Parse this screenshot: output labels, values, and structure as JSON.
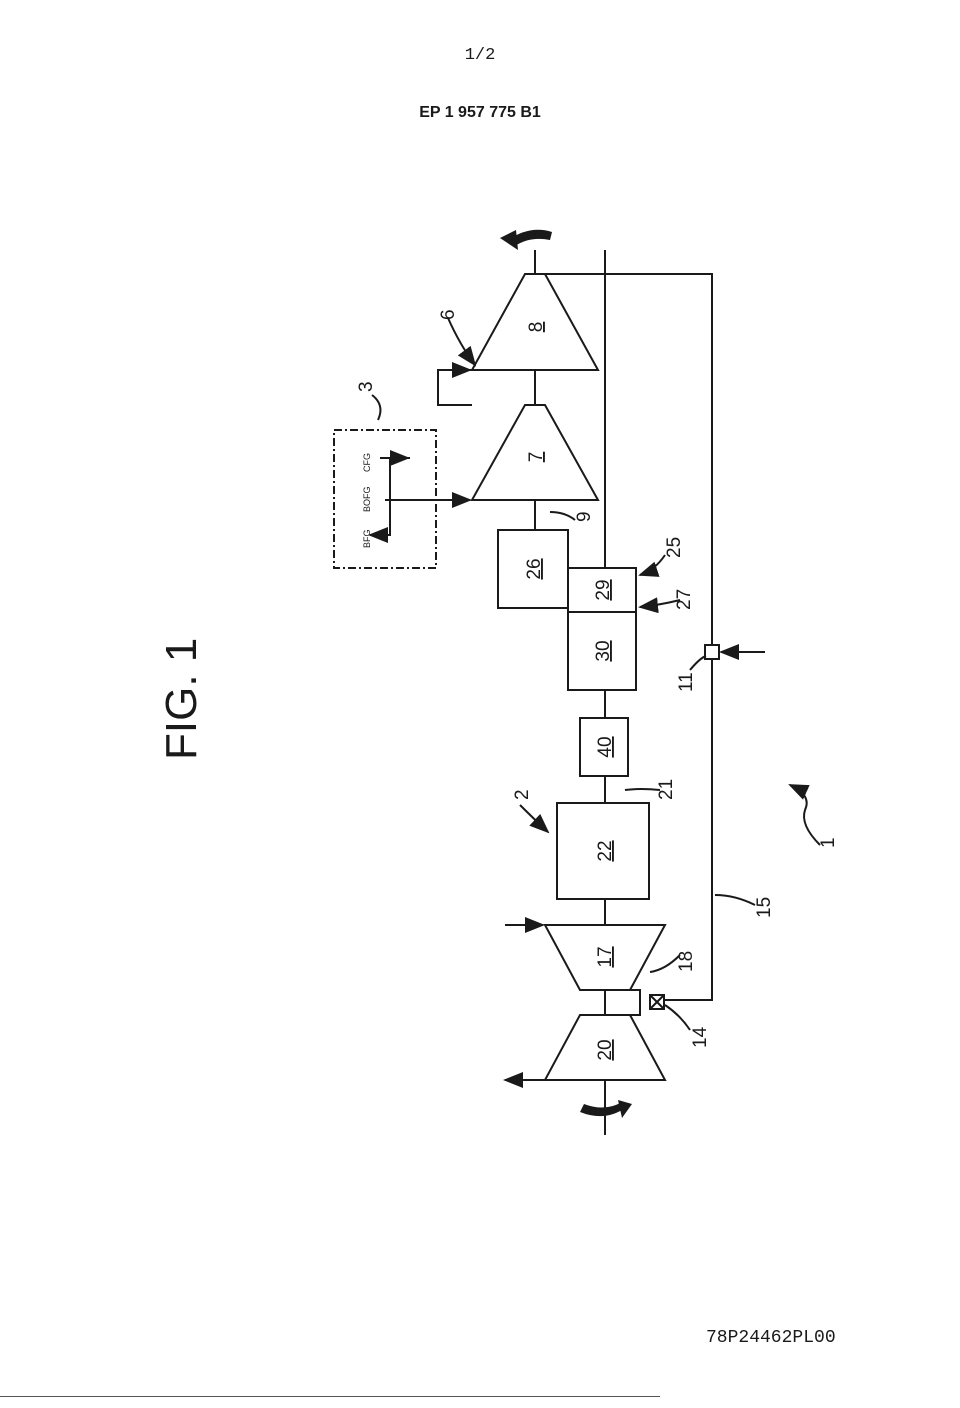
{
  "header": {
    "page_number": "1/2",
    "publication_number": "EP 1 957 775 B1"
  },
  "figure": {
    "title": "FIG. 1"
  },
  "block_labels": {
    "b20": "20",
    "b17": "17",
    "b22": "22",
    "b40": "40",
    "b30": "30",
    "b29": "29",
    "b26": "26",
    "b7": "7",
    "b8": "8"
  },
  "ref_labels": {
    "r1": "1",
    "r2": "2",
    "r3": "3",
    "r6": "6",
    "r9": "9",
    "r11": "11",
    "r14": "14",
    "r15": "15",
    "r18": "18",
    "r21": "21",
    "r25": "25",
    "r27": "27"
  },
  "gas_labels": {
    "bfg": "BFG",
    "bofg": "BOFG",
    "cfg": "CFG"
  },
  "footer": {
    "code": "78P24462PL00"
  }
}
